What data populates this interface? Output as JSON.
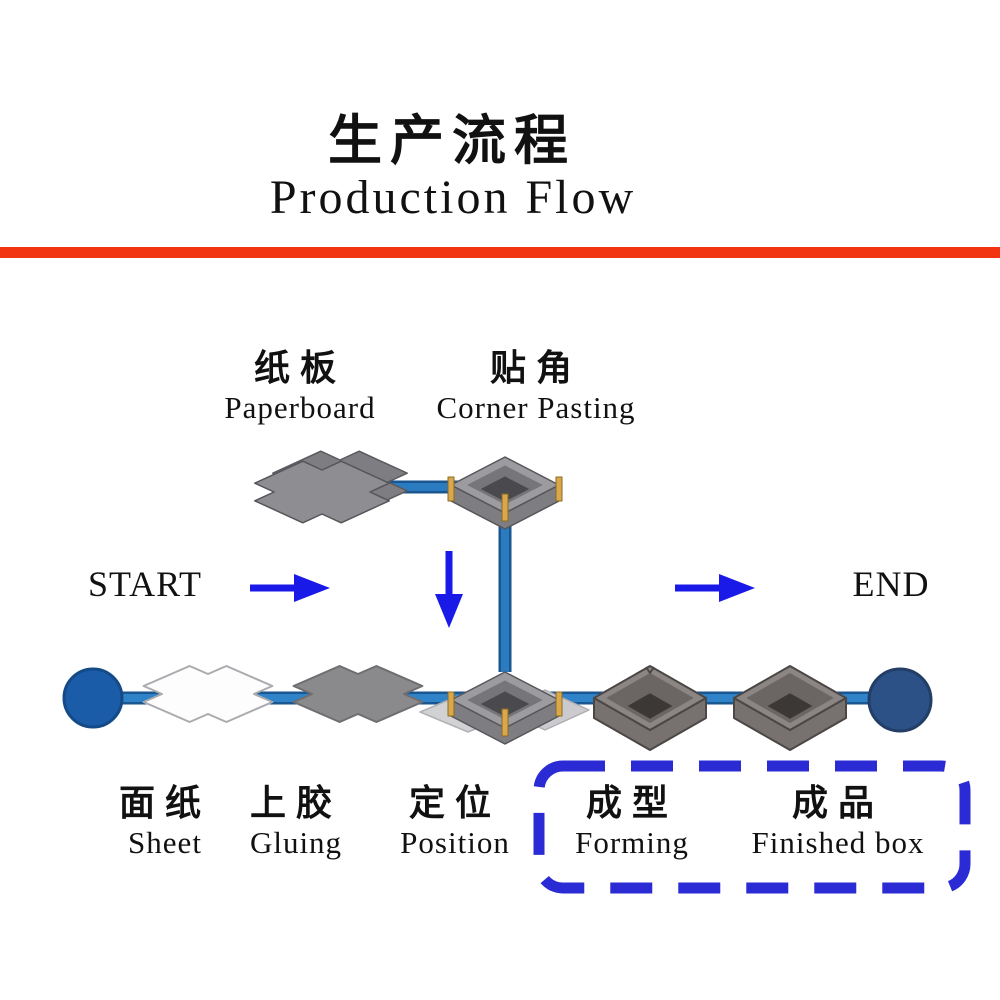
{
  "title": {
    "zh": "生产流程",
    "en": "Production Flow"
  },
  "flow": {
    "start_label": "START",
    "end_label": "END",
    "steps": {
      "paperboard": {
        "zh": "纸板",
        "en": "Paperboard"
      },
      "corner_pasting": {
        "zh": "贴角",
        "en": "Corner Pasting"
      },
      "sheet": {
        "zh": "面纸",
        "en": "Sheet"
      },
      "gluing": {
        "zh": "上胶",
        "en": "Gluing"
      },
      "position": {
        "zh": "定位",
        "en": "Position"
      },
      "forming": {
        "zh": "成型",
        "en": "Forming"
      },
      "finished_box": {
        "zh": "成品",
        "en": "Finished box"
      }
    },
    "grouped_steps": [
      "forming",
      "finished_box"
    ]
  },
  "icons": {
    "start_arrow": "right-arrow",
    "transfer_arrow": "down-arrow",
    "end_arrow": "right-arrow",
    "start_node": "filled-circle",
    "end_node": "filled-circle"
  },
  "colors": {
    "accent_orange": "#F23410",
    "arrow_blue": "#1A1AE8",
    "dash_border_blue": "#2B2BD5",
    "flow_line_blue": "#2272B5",
    "start_node_blue": "#1B5CA8",
    "end_node_navy": "#2C5187",
    "board_gray": "#8A8A8E",
    "box_dark_gray": "#777170"
  }
}
